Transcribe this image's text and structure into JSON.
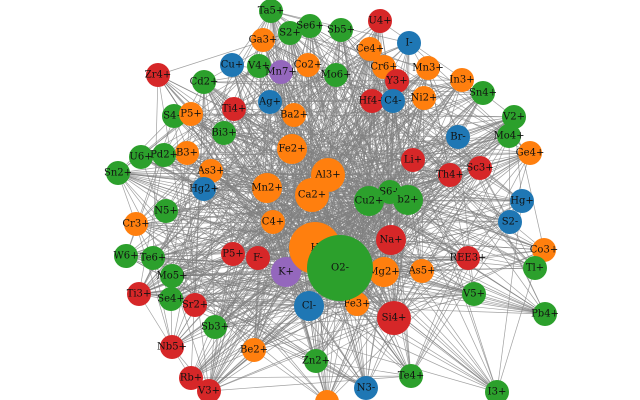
{
  "colors": {
    "green": "#2ca02c",
    "orange": "#ff7f0e",
    "red": "#d62728",
    "blue": "#1f77b4",
    "purple": "#9467bd",
    "edge": "#808080"
  },
  "nodes": [
    {
      "id": "O2-",
      "label": "O2-",
      "color": "green",
      "size": "huge"
    },
    {
      "id": "H",
      "label": "H",
      "color": "orange",
      "size": "xlarge"
    },
    {
      "id": "Al3+",
      "label": "Al3+",
      "color": "orange",
      "size": "large"
    },
    {
      "id": "Ca2+",
      "label": "Ca2+",
      "color": "orange",
      "size": "large"
    },
    {
      "id": "Si4+",
      "label": "Si4+",
      "color": "red",
      "size": "large"
    },
    {
      "id": "Ta5+",
      "label": "Ta5+",
      "color": "green",
      "size": "small"
    },
    {
      "id": "Ga3+",
      "label": "Ga3+",
      "color": "orange",
      "size": "small"
    },
    {
      "id": "S2+",
      "label": "S2+",
      "color": "green",
      "size": "small"
    },
    {
      "id": "Se6+",
      "label": "Se6+",
      "color": "green",
      "size": "small"
    },
    {
      "id": "Sb5+",
      "label": "Sb5+",
      "color": "green",
      "size": "small"
    },
    {
      "id": "U4+",
      "label": "U4+",
      "color": "red",
      "size": "small"
    },
    {
      "id": "I-",
      "label": "I-",
      "color": "blue",
      "size": "small"
    },
    {
      "id": "Ce4+",
      "label": "Ce4+",
      "color": "orange",
      "size": "small"
    },
    {
      "id": "Cr6+",
      "label": "Cr6+",
      "color": "orange",
      "size": "small"
    },
    {
      "id": "Mn3+",
      "label": "Mn3+",
      "color": "orange",
      "size": "small"
    },
    {
      "id": "Y3+",
      "label": "Y3+",
      "color": "red",
      "size": "small"
    },
    {
      "id": "Co2+",
      "label": "Co2+",
      "color": "orange",
      "size": "small"
    },
    {
      "id": "Mo6+",
      "label": "Mo6+",
      "color": "green",
      "size": "small"
    },
    {
      "id": "Cu+",
      "label": "Cu+",
      "color": "blue",
      "size": "small"
    },
    {
      "id": "V4+",
      "label": "V4+",
      "color": "green",
      "size": "small"
    },
    {
      "id": "Mn7+",
      "label": "Mn7+",
      "color": "purple",
      "size": "small"
    },
    {
      "id": "Zr4+",
      "label": "Zr4+",
      "color": "red",
      "size": "small"
    },
    {
      "id": "Cd2+",
      "label": "Cd2+",
      "color": "green",
      "size": "small"
    },
    {
      "id": "In3+",
      "label": "In3+",
      "color": "orange",
      "size": "small"
    },
    {
      "id": "Sn4+",
      "label": "Sn4+",
      "color": "green",
      "size": "small"
    },
    {
      "id": "Hf4+",
      "label": "Hf4+",
      "color": "red",
      "size": "small"
    },
    {
      "id": "C4-",
      "label": "C4-",
      "color": "blue",
      "size": "small"
    },
    {
      "id": "Ni2+",
      "label": "Ni2+",
      "color": "orange",
      "size": "small"
    },
    {
      "id": "Ag+",
      "label": "Ag+",
      "color": "blue",
      "size": "small"
    },
    {
      "id": "Ti4+",
      "label": "Ti4+",
      "color": "red",
      "size": "small"
    },
    {
      "id": "S4+",
      "label": "S4+",
      "color": "green",
      "size": "small"
    },
    {
      "id": "P5+",
      "label": "P5+",
      "color": "orange",
      "size": "small"
    },
    {
      "id": "Ba2+",
      "label": "Ba2+",
      "color": "orange",
      "size": "small"
    },
    {
      "id": "V2+",
      "label": "V2+",
      "color": "green",
      "size": "small"
    },
    {
      "id": "Mo4+",
      "label": "Mo4+",
      "color": "green",
      "size": "small"
    },
    {
      "id": "Br-",
      "label": "Br-",
      "color": "blue",
      "size": "small"
    },
    {
      "id": "Bi3+",
      "label": "Bi3+",
      "color": "green",
      "size": "small"
    },
    {
      "id": "Ge4+",
      "label": "Ge4+",
      "color": "orange",
      "size": "small"
    },
    {
      "id": "Fe2+",
      "label": "Fe2+",
      "color": "orange",
      "size": "medium"
    },
    {
      "id": "B3+",
      "label": "B3+",
      "color": "orange",
      "size": "small"
    },
    {
      "id": "U6+",
      "label": "U6+",
      "color": "green",
      "size": "small"
    },
    {
      "id": "Pd2+",
      "label": "Pd2+",
      "color": "green",
      "size": "small"
    },
    {
      "id": "Li+",
      "label": "Li+",
      "color": "red",
      "size": "small"
    },
    {
      "id": "Sc3+",
      "label": "Sc3+",
      "color": "red",
      "size": "small"
    },
    {
      "id": "Th4+",
      "label": "Th4+",
      "color": "red",
      "size": "small"
    },
    {
      "id": "Sn2+",
      "label": "Sn2+",
      "color": "green",
      "size": "small"
    },
    {
      "id": "As3+",
      "label": "As3+",
      "color": "orange",
      "size": "small"
    },
    {
      "id": "Hg2+",
      "label": "Hg2+",
      "color": "blue",
      "size": "small"
    },
    {
      "id": "Mn2+",
      "label": "Mn2+",
      "color": "orange",
      "size": "medium"
    },
    {
      "id": "S6+",
      "label": "S6+",
      "color": "green",
      "size": "small"
    },
    {
      "id": "Hg+",
      "label": "Hg+",
      "color": "blue",
      "size": "small"
    },
    {
      "id": "Pb2+",
      "label": "b2+",
      "color": "green",
      "size": "medium"
    },
    {
      "id": "Cu2+",
      "label": "Cu2+",
      "color": "green",
      "size": "medium"
    },
    {
      "id": "N5+",
      "label": "N5+",
      "color": "green",
      "size": "small"
    },
    {
      "id": "C4+",
      "label": "C4+",
      "color": "orange",
      "size": "small"
    },
    {
      "id": "S2-",
      "label": "S2-",
      "color": "blue",
      "size": "small"
    },
    {
      "id": "Cr3+",
      "label": "Cr3+",
      "color": "orange",
      "size": "small"
    },
    {
      "id": "Na+",
      "label": "Na+",
      "color": "red",
      "size": "medium"
    },
    {
      "id": "Co3+",
      "label": "Co3+",
      "color": "orange",
      "size": "small"
    },
    {
      "id": "W6+",
      "label": "W6+",
      "color": "green",
      "size": "small"
    },
    {
      "id": "Te6+",
      "label": "Te6+",
      "color": "green",
      "size": "small"
    },
    {
      "id": "P5+b",
      "label": "P5+",
      "color": "red",
      "size": "small"
    },
    {
      "id": "F-",
      "label": "F-",
      "color": "red",
      "size": "small"
    },
    {
      "id": "REE3+",
      "label": "REE3+",
      "color": "red",
      "size": "small"
    },
    {
      "id": "Tl+",
      "label": "Tl+",
      "color": "green",
      "size": "small"
    },
    {
      "id": "Mg2+",
      "label": "Mg2+",
      "color": "orange",
      "size": "medium"
    },
    {
      "id": "As5+",
      "label": "As5+",
      "color": "orange",
      "size": "small"
    },
    {
      "id": "K+",
      "label": "K+",
      "color": "purple",
      "size": "medium"
    },
    {
      "id": "Mo5+",
      "label": "Mo5+",
      "color": "green",
      "size": "small"
    },
    {
      "id": "Ti3+",
      "label": "Ti3+",
      "color": "red",
      "size": "small"
    },
    {
      "id": "Se4+",
      "label": "Se4+",
      "color": "green",
      "size": "small"
    },
    {
      "id": "V5+",
      "label": "V5+",
      "color": "green",
      "size": "small"
    },
    {
      "id": "Sr2+",
      "label": "Sr2+",
      "color": "red",
      "size": "small"
    },
    {
      "id": "Cl-",
      "label": "Cl-",
      "color": "blue",
      "size": "medium"
    },
    {
      "id": "Fe3+",
      "label": "Fe3+",
      "color": "orange",
      "size": "small"
    },
    {
      "id": "Pb4+",
      "label": "Pb4+",
      "color": "green",
      "size": "small"
    },
    {
      "id": "Sb3+",
      "label": "Sb3+",
      "color": "green",
      "size": "small"
    },
    {
      "id": "Nb5+",
      "label": "Nb5+",
      "color": "red",
      "size": "small"
    },
    {
      "id": "Be2+",
      "label": "Be2+",
      "color": "orange",
      "size": "small"
    },
    {
      "id": "Zn2+",
      "label": "Zn2+",
      "color": "green",
      "size": "small"
    },
    {
      "id": "Rb+",
      "label": "Rb+",
      "color": "red",
      "size": "small"
    },
    {
      "id": "V3+",
      "label": "V3+",
      "color": "red",
      "size": "small"
    },
    {
      "id": "N3-",
      "label": "N3-",
      "color": "blue",
      "size": "small"
    },
    {
      "id": "Te4+",
      "label": "Te4+",
      "color": "green",
      "size": "small"
    },
    {
      "id": "I3+",
      "label": "I3+",
      "color": "green",
      "size": "small"
    },
    {
      "id": "bottom-orange",
      "label": "",
      "color": "orange",
      "size": "small"
    }
  ]
}
